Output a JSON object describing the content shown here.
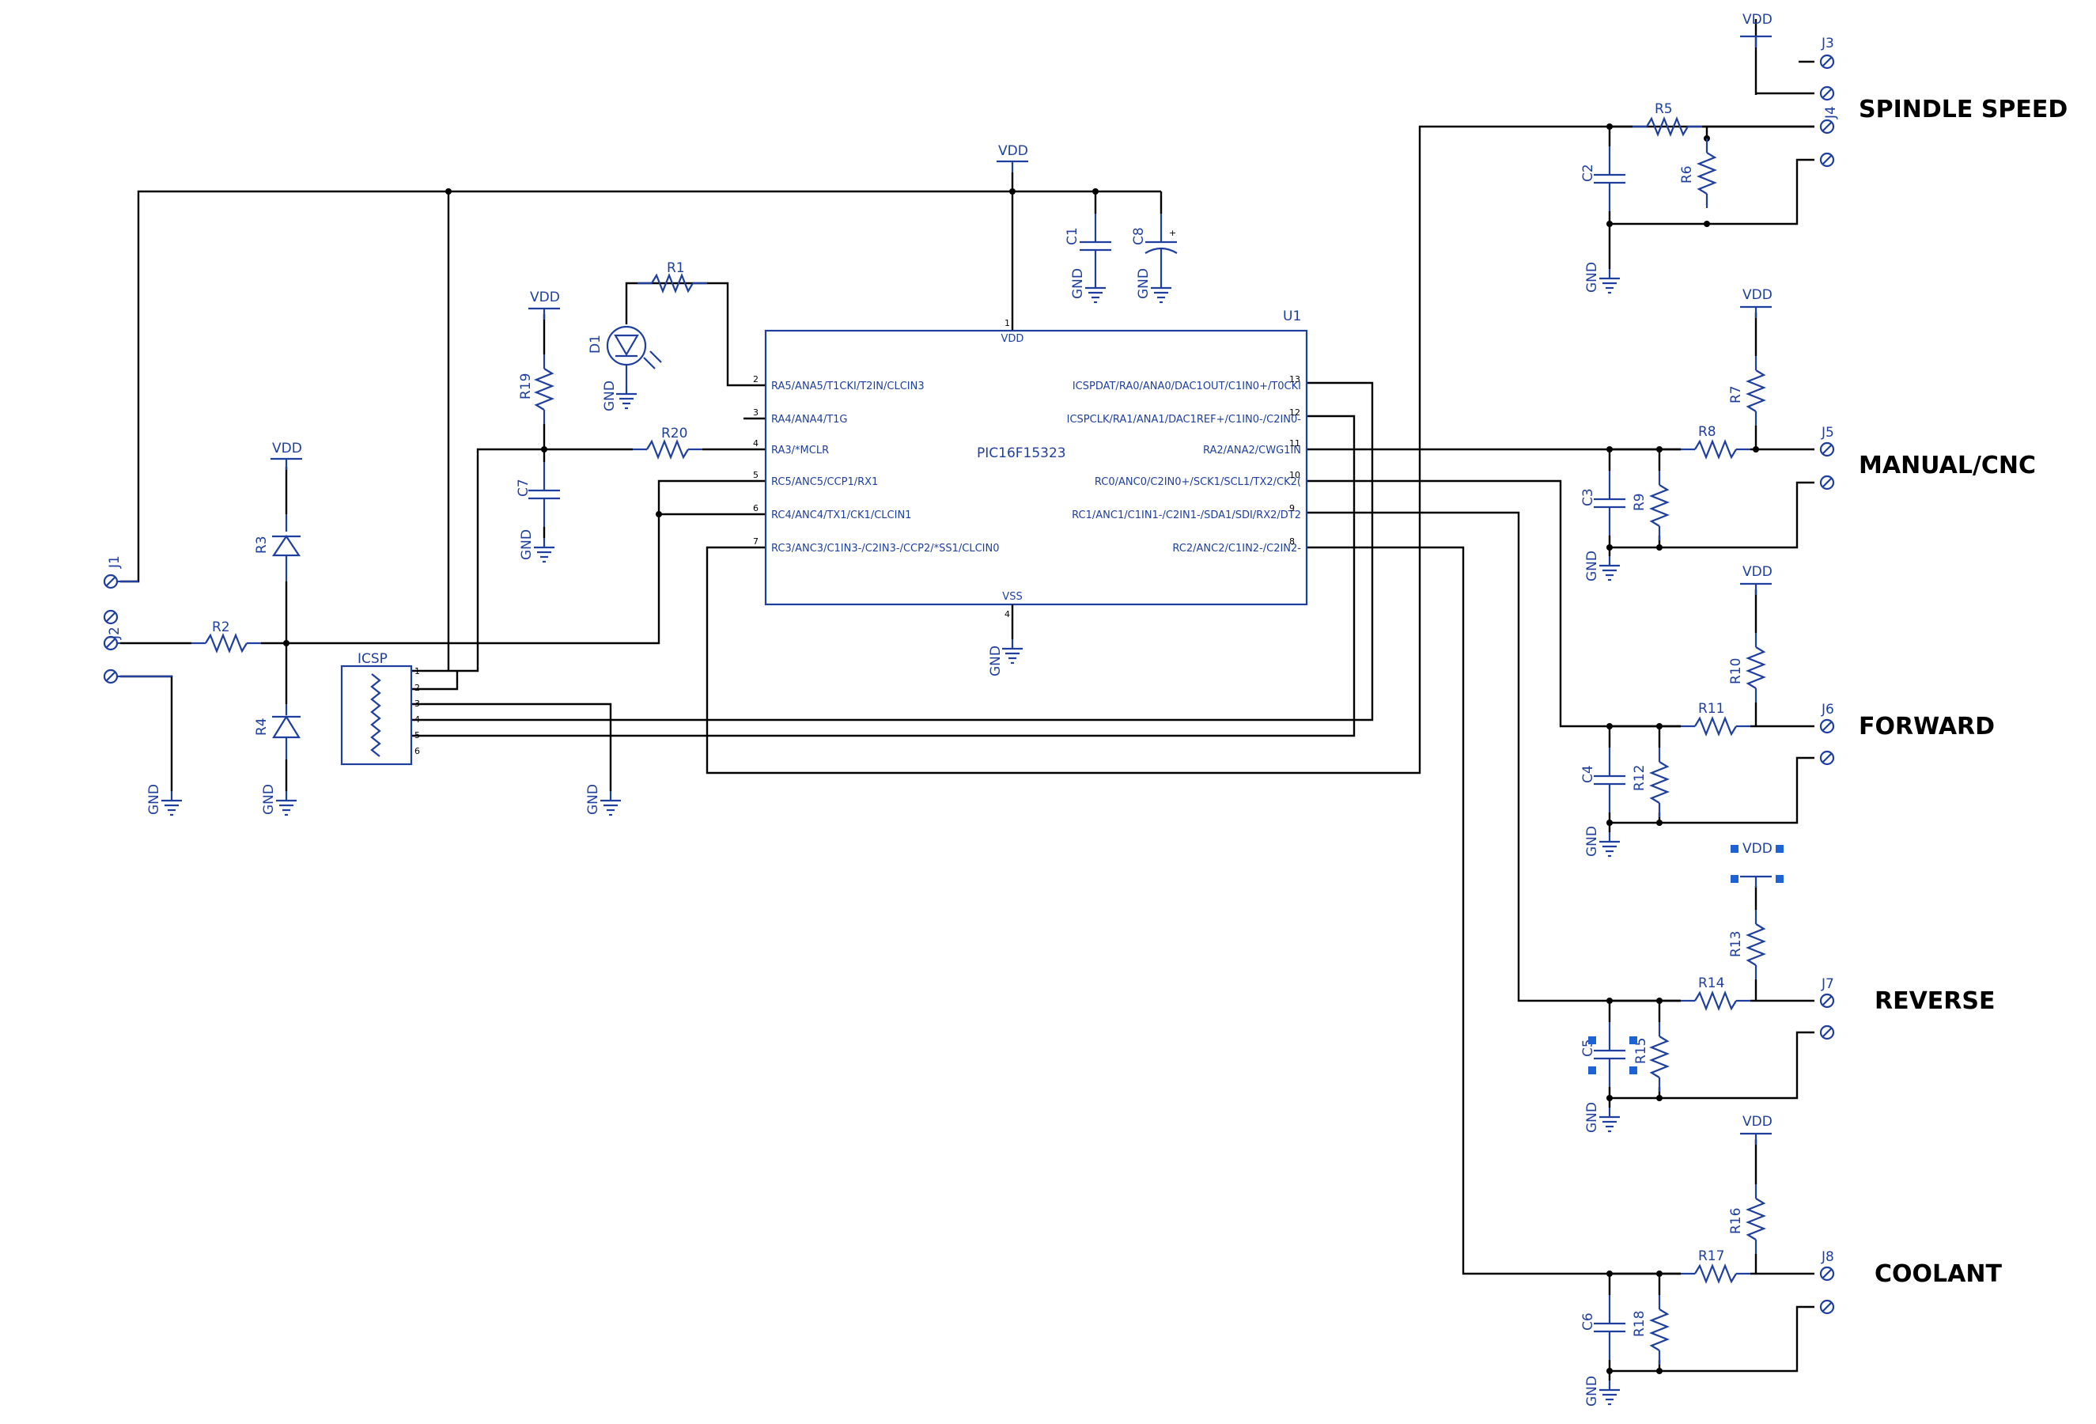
{
  "chip": {
    "ref": "U1",
    "part": "PIC16F15323",
    "vdd_label": "VDD",
    "vss_label": "VSS",
    "left_pins": [
      {
        "num": "2",
        "name": "RA5/ANA5/T1CKI/T2IN/CLCIN3"
      },
      {
        "num": "3",
        "name": "RA4/ANA4/T1G"
      },
      {
        "num": "4",
        "name": "RA3/*MCLR"
      },
      {
        "num": "5",
        "name": "RC5/ANC5/CCP1/RX1"
      },
      {
        "num": "6",
        "name": "RC4/ANC4/TX1/CK1/CLCIN1"
      },
      {
        "num": "7",
        "name": "RC3/ANC3/C1IN3-/C2IN3-/CCP2/*SS1/CLCIN0"
      }
    ],
    "right_pins": [
      {
        "num": "13",
        "name": "ICSPDAT/RA0/ANA0/DAC1OUT/C1IN0+/T0CKI"
      },
      {
        "num": "12",
        "name": "ICSPCLK/RA1/ANA1/DAC1REF+/C1IN0-/C2IN0-"
      },
      {
        "num": "11",
        "name": "RA2/ANA2/CWG1IN"
      },
      {
        "num": "10",
        "name": "RC0/ANC0/C2IN0+/SCK1/SCL1/TX2/CK2("
      },
      {
        "num": "9",
        "name": "RC1/ANC1/C1IN1-/C2IN1-/SDA1/SDI/RX2/DT2"
      },
      {
        "num": "8",
        "name": "RC2/ANC2/C1IN2-/C2IN2-"
      }
    ]
  },
  "labels": {
    "vdd": "VDD",
    "gnd": "GND",
    "icsp": "ICSP",
    "pin1": "1",
    "pin2": "2",
    "pin3": "3",
    "pin4": "4",
    "pin5": "5",
    "pin6": "6",
    "pin_vdd": "1",
    "pin_vss": "4"
  },
  "refs": {
    "R1": "R1",
    "R2": "R2",
    "R3": "R3",
    "R4": "R4",
    "R5": "R5",
    "R6": "R6",
    "R7": "R7",
    "R8": "R8",
    "R9": "R9",
    "R10": "R10",
    "R11": "R11",
    "R12": "R12",
    "R13": "R13",
    "R14": "R14",
    "R15": "R15",
    "R16": "R16",
    "R17": "R17",
    "R18": "R18",
    "R19": "R19",
    "R20": "R20",
    "C1": "C1",
    "C2": "C2",
    "C3": "C3",
    "C4": "C4",
    "C5": "C5",
    "C6": "C6",
    "C7": "C7",
    "C8": "C8",
    "D1": "D1",
    "J1": "J1",
    "J2": "J2",
    "J3": "J3",
    "J4": "J4",
    "J5": "J5",
    "J6": "J6",
    "J7": "J7",
    "J8": "J8"
  },
  "outputs": {
    "spindle": "SPINDLE SPEED",
    "manual": "MANUAL/CNC",
    "forward": "FORWARD",
    "reverse": "REVERSE",
    "coolant": "COOLANT"
  },
  "colors": {
    "component": "#1f3f9e",
    "wire": "#000000",
    "selection": "#1e63d6"
  }
}
